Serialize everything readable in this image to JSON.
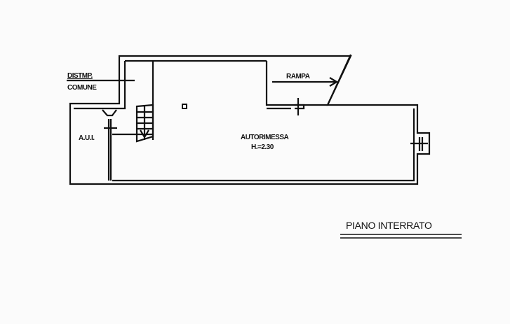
{
  "plan": {
    "labels": {
      "distmp": "DISTMP.",
      "comune": "COMUNE",
      "rampa": "RAMPA",
      "aui": "A.U.I.",
      "autorimessa": "AUTORIMESSA",
      "height": "H.=2.30"
    },
    "title": "PIANO INTERRATO"
  }
}
